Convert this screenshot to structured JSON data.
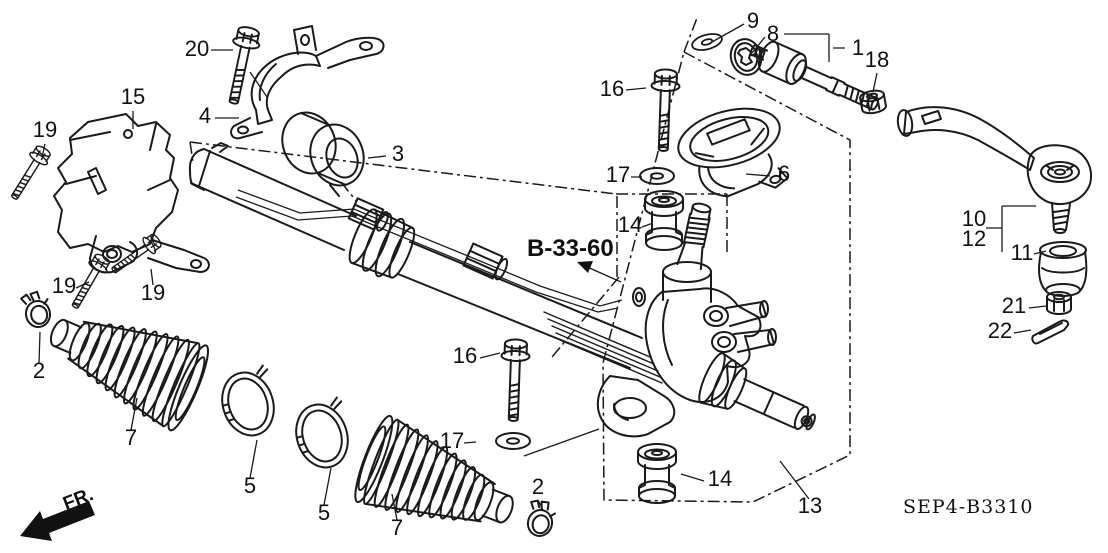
{
  "diagram": {
    "ref_link": "B-33-60",
    "catalog_code": "SEP4-B3310",
    "front_indicator": "FR.",
    "callouts": [
      {
        "num": "20"
      },
      {
        "num": "9"
      },
      {
        "num": "8"
      },
      {
        "num": "1"
      },
      {
        "num": "18"
      },
      {
        "num": "15"
      },
      {
        "num": "4"
      },
      {
        "num": "16"
      },
      {
        "num": "3"
      },
      {
        "num": "19"
      },
      {
        "num": "17"
      },
      {
        "num": "6"
      },
      {
        "num": "14"
      },
      {
        "num": "10"
      },
      {
        "num": "12"
      },
      {
        "num": "11"
      },
      {
        "num": "21"
      },
      {
        "num": "22"
      },
      {
        "num": "19"
      },
      {
        "num": "19"
      },
      {
        "num": "2"
      },
      {
        "num": "7"
      },
      {
        "num": "16"
      },
      {
        "num": "17"
      },
      {
        "num": "5"
      },
      {
        "num": "5"
      },
      {
        "num": "7"
      },
      {
        "num": "2"
      },
      {
        "num": "14"
      },
      {
        "num": "13"
      }
    ]
  }
}
